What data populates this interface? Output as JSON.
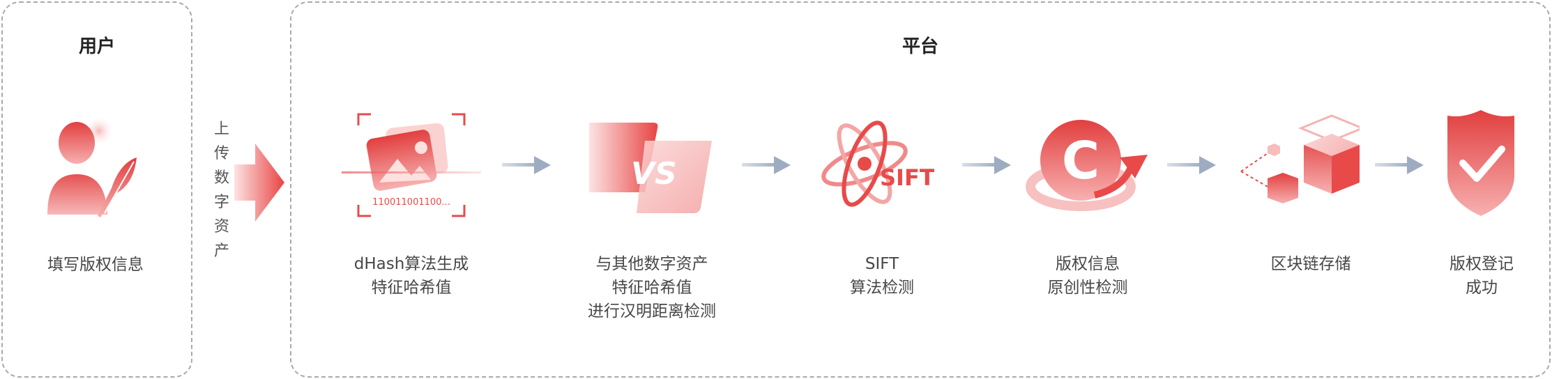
{
  "user": {
    "title": "用户",
    "step_label": "填写版权信息"
  },
  "upload": {
    "chars": [
      "上",
      "传",
      "数",
      "字",
      "资",
      "产"
    ]
  },
  "platform": {
    "title": "平台",
    "steps": [
      {
        "lines": [
          "dHash算法生成",
          "特征哈希值"
        ],
        "icon": "image-frame-icon",
        "icon_text": "110011001100..."
      },
      {
        "lines": [
          "与其他数字资产",
          "特征哈希值",
          "进行汉明距离检测"
        ],
        "icon": "vs-compare-icon",
        "icon_text": "VS"
      },
      {
        "lines": [
          "SIFT",
          "算法检测"
        ],
        "icon": "sift-atom-icon",
        "icon_text": "SIFT"
      },
      {
        "lines": [
          "版权信息",
          "原创性检测"
        ],
        "icon": "copyright-icon",
        "icon_text": "C"
      },
      {
        "lines": [
          "区块链存储"
        ],
        "icon": "blockchain-cubes-icon"
      },
      {
        "lines": [
          "版权登记",
          "成功"
        ],
        "icon": "shield-check-icon"
      }
    ]
  },
  "colors": {
    "accent": "#e84a4a",
    "accent_light": "#f6a3a3",
    "arrow": "#a8b4c4",
    "border": "#a9a9a9"
  }
}
